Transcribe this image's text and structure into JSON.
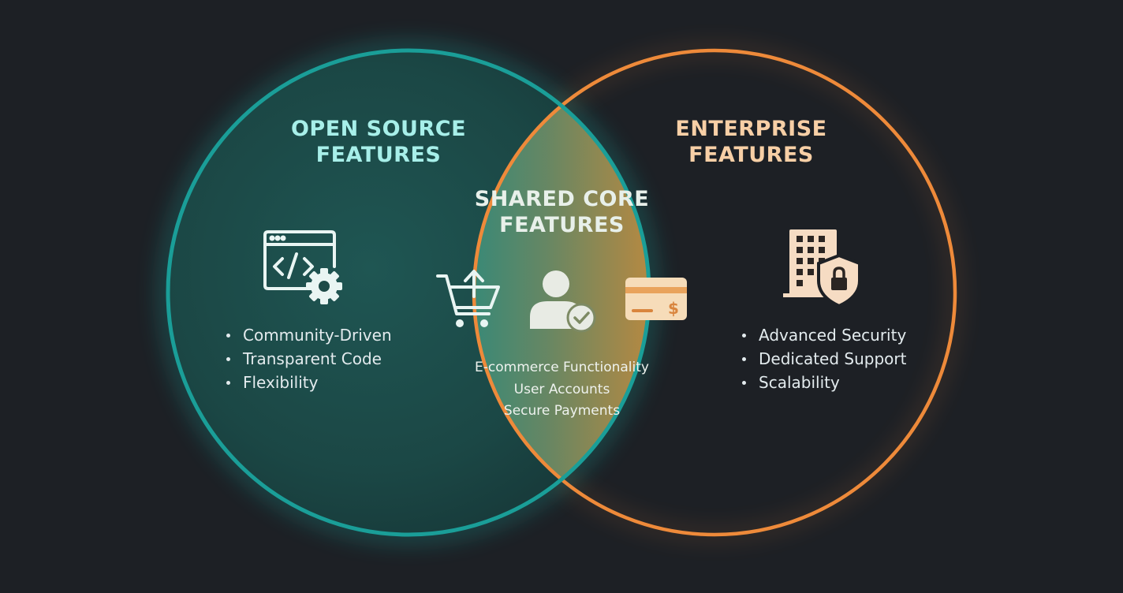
{
  "colors": {
    "background": "#1d2025",
    "open_source_accent": "#1a9e98",
    "enterprise_accent": "#ee8a3a"
  },
  "open_source": {
    "title_line1": "OPEN SOURCE",
    "title_line2": "FEATURES",
    "icon": "code-window-gear-icon",
    "items": [
      "Community-Driven",
      "Transparent Code",
      "Flexibility"
    ]
  },
  "shared": {
    "title_line1": "SHARED CORE",
    "title_line2": "FEATURES",
    "icons": [
      "shopping-cart-upload-icon",
      "user-check-icon",
      "credit-card-icon"
    ],
    "items": [
      "E-commerce Functionality",
      "User Accounts",
      "Secure Payments"
    ]
  },
  "enterprise": {
    "title_line1": "ENTERPRISE",
    "title_line2": "FEATURES",
    "icon": "building-lock-shield-icon",
    "items": [
      "Advanced Security",
      "Dedicated Support",
      "Scalability"
    ]
  }
}
